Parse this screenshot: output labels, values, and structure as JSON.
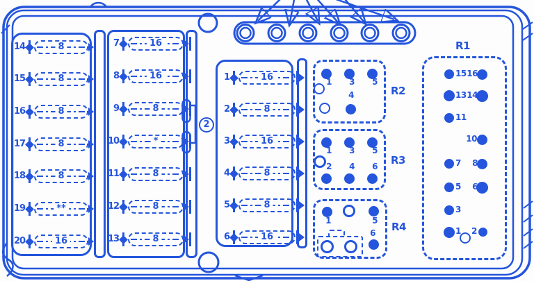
{
  "colors": {
    "line": "#2455dc",
    "background": "#fdfdfe"
  },
  "callout": {
    "label": "2"
  },
  "fuse_panels": {
    "a": {
      "fuses": [
        {
          "num": "14",
          "amp": "8"
        },
        {
          "num": "15",
          "amp": "8"
        },
        {
          "num": "16",
          "amp": "8"
        },
        {
          "num": "17",
          "amp": "8"
        },
        {
          "num": "18",
          "amp": "8"
        },
        {
          "num": "19",
          "amp": "**"
        },
        {
          "num": "20",
          "amp": "16"
        }
      ]
    },
    "b": {
      "fuses": [
        {
          "num": "7",
          "amp": "16"
        },
        {
          "num": "8",
          "amp": "16"
        },
        {
          "num": "9",
          "amp": "8"
        },
        {
          "num": "10",
          "amp": "*"
        },
        {
          "num": "11",
          "amp": "8"
        },
        {
          "num": "12",
          "amp": "8"
        },
        {
          "num": "13",
          "amp": "8"
        }
      ]
    },
    "c": {
      "fuses": [
        {
          "num": "1",
          "amp": "16"
        },
        {
          "num": "2",
          "amp": "8"
        },
        {
          "num": "3",
          "amp": "16"
        },
        {
          "num": "4",
          "amp": "8"
        },
        {
          "num": "5",
          "amp": "8"
        },
        {
          "num": "6",
          "amp": "16"
        }
      ]
    }
  },
  "relays": {
    "r1": {
      "label": "R1",
      "rows": [
        {
          "l": "15",
          "r": "16"
        },
        {
          "l": "13",
          "r": "14"
        },
        {
          "l": "11",
          "r": ""
        },
        {
          "l": "",
          "r": "10"
        },
        {
          "l": "7",
          "r": "8"
        },
        {
          "l": "5",
          "r": "6"
        },
        {
          "l": "3",
          "r": ""
        },
        {
          "l": "1",
          "r": "2"
        }
      ]
    },
    "r2": {
      "label": "R2",
      "top": [
        "1",
        "3",
        "5"
      ],
      "mid": "4"
    },
    "r3": {
      "label": "R3",
      "top": [
        "1",
        "3",
        "5"
      ],
      "bottom": [
        "2",
        "4",
        "6"
      ]
    },
    "r4": {
      "label": "R4",
      "p1": "1",
      "p5": "5",
      "p6": "6"
    }
  }
}
